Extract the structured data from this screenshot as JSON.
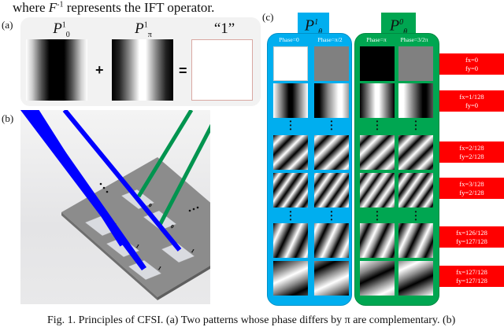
{
  "intro_line": {
    "prefix": "where ",
    "symbol": "F",
    "superscript": "-1",
    "suffix": " represents the IFT operator."
  },
  "panel_a": {
    "label": "(a)",
    "term1": {
      "base": "P",
      "sup": "1",
      "sub": "0"
    },
    "plus": "+",
    "term2": {
      "base": "P",
      "sup": "1",
      "sub": "π"
    },
    "equals": "=",
    "result_label": "“1”"
  },
  "panel_b": {
    "label": "(b)",
    "beam_colors": {
      "blue": "#0000ff",
      "green": "#00944f"
    },
    "mirror_labels": [
      "0",
      "0",
      "1",
      "1",
      "1",
      "1"
    ],
    "ellipsis": "⋯"
  },
  "panel_c": {
    "label": "(c)",
    "columns": [
      {
        "title": {
          "base": "P",
          "sup": "1",
          "sub": "θ"
        },
        "color": "#00aeef",
        "phases": [
          "Phase=0",
          "Phase=π/2"
        ]
      },
      {
        "title": {
          "base": "P",
          "sup": "0",
          "sub": "θ"
        },
        "color": "#00a651",
        "phases": [
          "Phase=π",
          "Phase=3/2π"
        ]
      }
    ],
    "frequency_labels": [
      {
        "fx": "fx=0",
        "fy": "fy=0"
      },
      {
        "fx": "fx=1/128",
        "fy": "fy=0"
      },
      {
        "fx": "fx=2/128",
        "fy": "fy=2/128"
      },
      {
        "fx": "fx=3/128",
        "fy": "fy=2/128"
      },
      {
        "fx": "fx=126/128",
        "fy": "fy=127/128"
      },
      {
        "fx": "fx=127/128",
        "fy": "fy=127/128"
      }
    ],
    "label_color": "#ff0000",
    "vertical_dots": "⋮"
  },
  "caption": "Fig. 1. Principles of CFSI. (a) Two patterns whose phase differs by π are complementary. (b)"
}
